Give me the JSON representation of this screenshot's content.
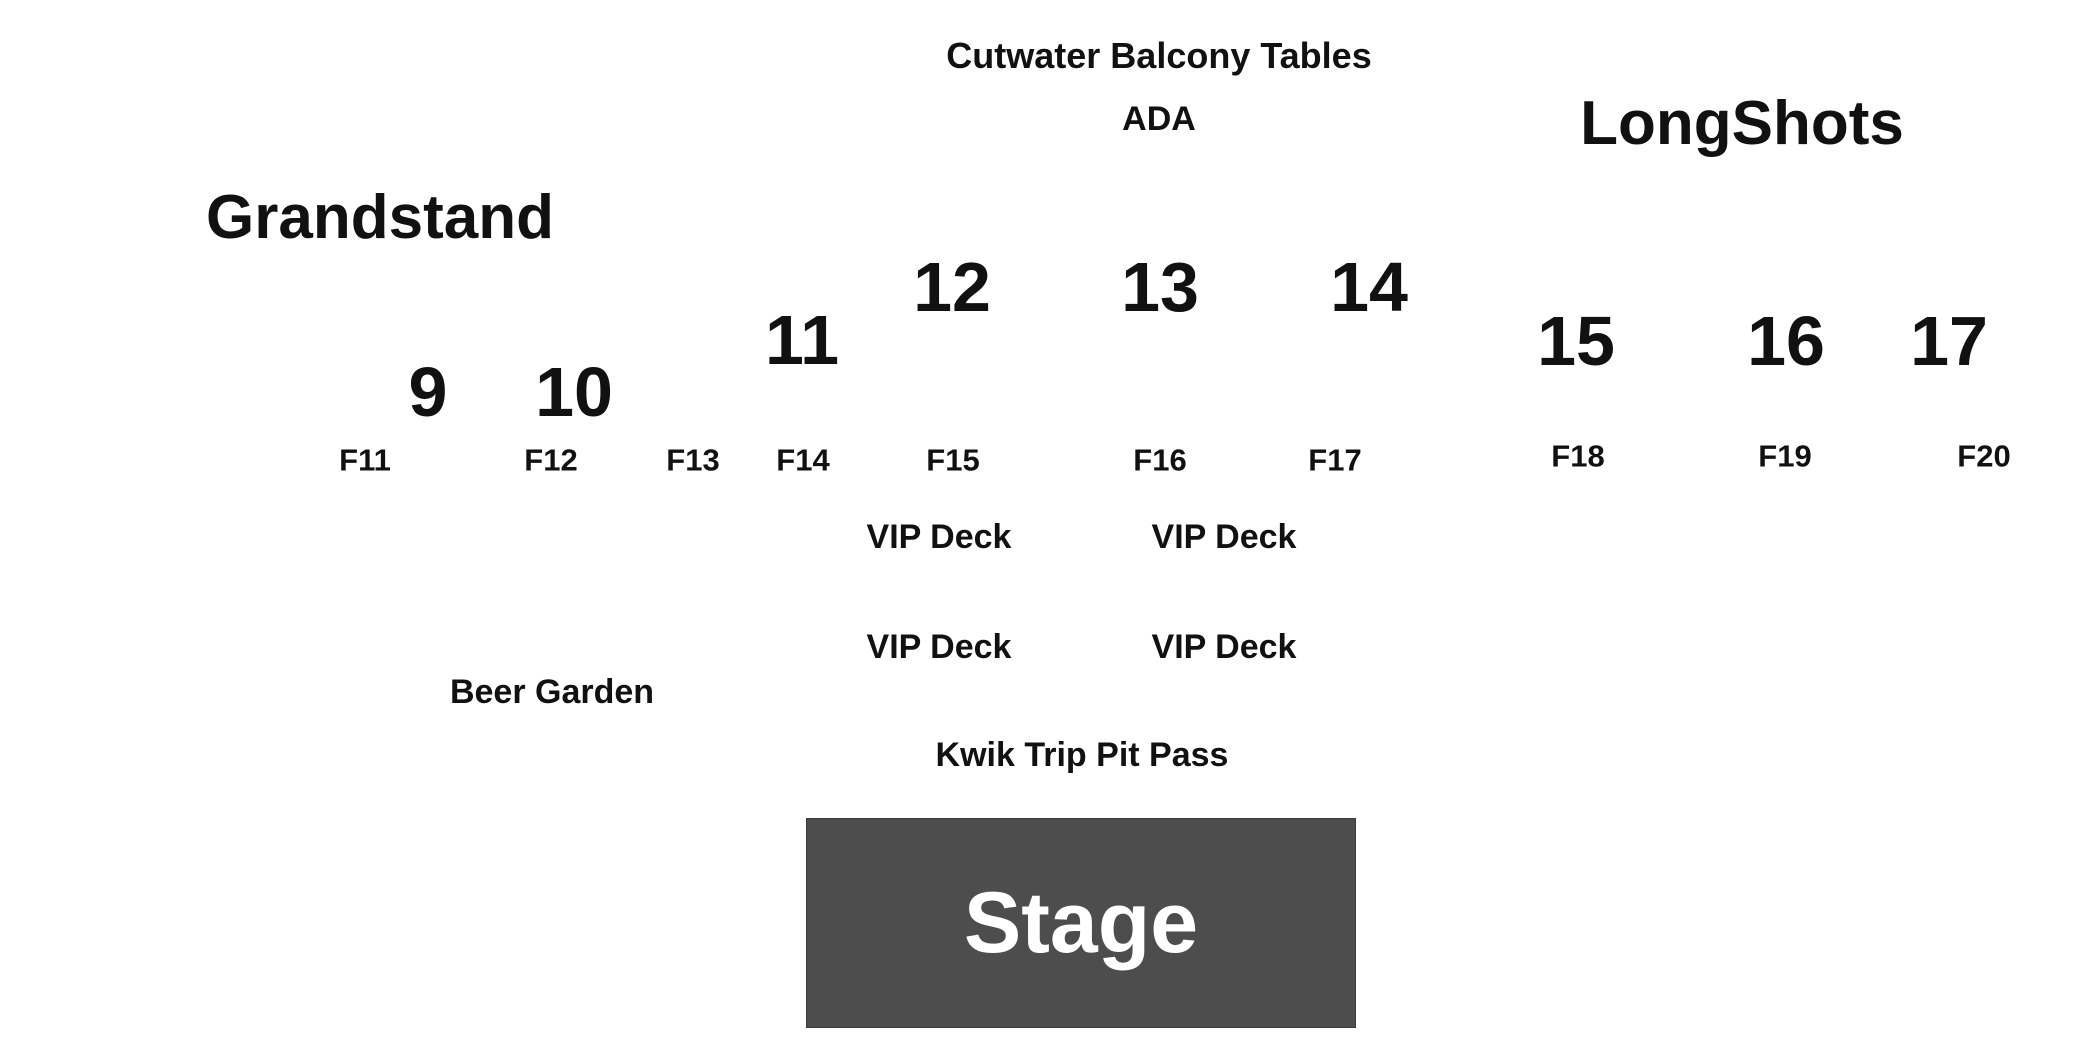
{
  "areas": {
    "balcony": "Cutwater Balcony Tables",
    "ada": "ADA",
    "longshots": "LongShots",
    "grandstand": "Grandstand",
    "beer_garden": "Beer Garden",
    "pit_pass": "Kwik Trip Pit Pass",
    "stage": "Stage"
  },
  "sections": [
    "9",
    "10",
    "11",
    "12",
    "13",
    "14",
    "15",
    "16",
    "17"
  ],
  "flags": [
    "F11",
    "F12",
    "F13",
    "F14",
    "F15",
    "F16",
    "F17",
    "F18",
    "F19",
    "F20"
  ],
  "vip_decks": [
    "VIP Deck",
    "VIP Deck",
    "VIP Deck",
    "VIP Deck"
  ],
  "colors": {
    "stage_fill": "#4d4d4d",
    "stage_text": "#ffffff",
    "label_text": "#111111"
  }
}
